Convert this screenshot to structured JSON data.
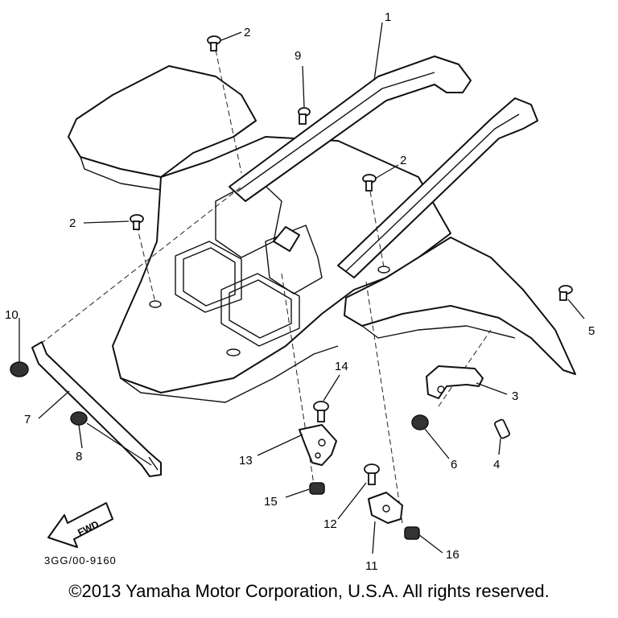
{
  "callouts": [
    "1",
    "2",
    "2",
    "2",
    "3",
    "4",
    "5",
    "6",
    "7",
    "8",
    "9",
    "10",
    "11",
    "12",
    "13",
    "14",
    "15",
    "16"
  ],
  "drawing_code": "3GG/00-9160",
  "fwd_label": "FWD",
  "copyright": "©2013 Yamaha Motor Corporation, U.S.A. All rights reserved."
}
